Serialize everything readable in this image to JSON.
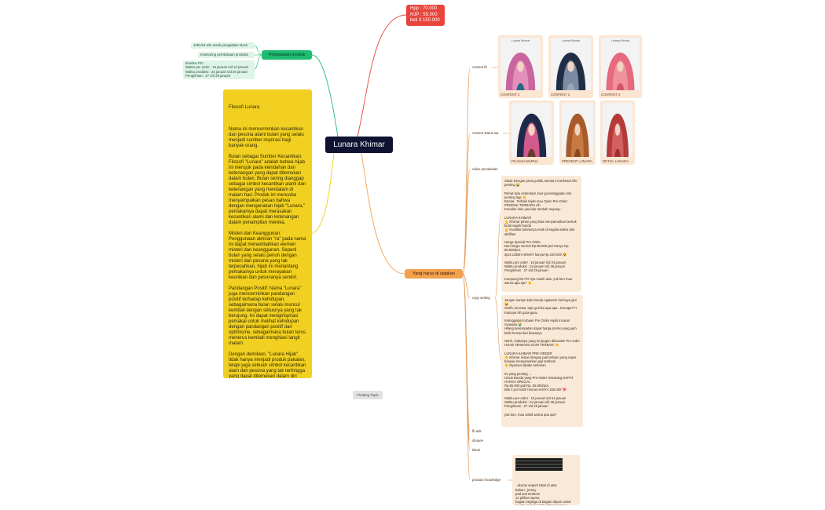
{
  "central_topic": "Lunara Khimar",
  "pricing_topic": [
    "Hpp : 70.000",
    "HJP : 55.000",
    "beli 3 150.000"
  ],
  "production": {
    "label": "Pengadaan produk",
    "items": [
      "1251/24 wfo untuk pengadaan stock",
      "monitoring pembukaan produksi",
      "timeline PO :\nWaktu pre order : 15 januari s/d 24 januari\nWaktu produksi : 24 januari s/d 26 januari\nPengiriman : 27 s/d 29 januari"
    ]
  },
  "philosophy_note": {
    "title": "Filosofi Lunara",
    "body": "Nama ini mencerminkan kecantikan dan pesona alami bulan yang selalu menjadi sumber inspirasi bagi banyak orang.\n\nBulan sebagai Sumber Kecantikan: Filosofi \"Lunara\" adalah bahwa hijab ini merujuk pada keindahan dan ketenangan yang dapat ditemukan dalam bulan. Bulan sering dianggap sebagai simbol kecantikan alami dan ketenangan yang mendalam di malam hari. Produk ini mencoba menyampaikan pesan bahwa dengan mengenakan hijab \"Lunara,\" pemakainya dapat merasakan kecantikan alami dan ketenangan dalam penampilan mereka.\n\nMisteri dan Keanggunan: Penggunaan akhiran \"ra\" pada nama ini dapat menambahkan elemen misteri dan keanggunan. Seperti bulan yang selalu penuh dengan misteri dan pesona yang tak terpecahkan, hijab ini menantang pemakainya untuk merayakan keunikan dan pesonanya sendiri.\n\nPandangan Positif: Nama \"Lunara\" juga mencerminkan pandangan positif terhadap kehidupan, sebagaimana bulan selalu muncul kembali dengan siklusnya yang tak berujung. Ini dapat menginspirasi pemakai untuk melihat kehidupan dengan pandangan positif dan optimisme, sebagaimana bulan terus menerus kembali menghiasi langit malam.\n\nDengan demikian, \"Lunara Hijab\" tidak hanya menjadi produk pakaian, tetapi juga sebuah simbol kecantikan alam dan pesona yang tak terhingga yang dapat ditemukan dalam diri setiap individu yang memakainya."
  },
  "floating_topic": "Floating Topic",
  "preparation": {
    "label": "Yang harus di siapkan",
    "content_fb": {
      "label": "content fb",
      "cards": [
        {
          "caption": "CONTENT 1",
          "header": "Lunara Khimar",
          "colors": [
            "#c9659d",
            "#e38fb9",
            "#1e6a88"
          ]
        },
        {
          "caption": "CONTENT 2",
          "header": "Lunara Khimar",
          "colors": [
            "#1f2e44",
            "#7d8aa3",
            "#9aa6b8"
          ]
        },
        {
          "caption": "CONTENT 3",
          "header": "Lunara Khimar",
          "colors": [
            "#e56a7d",
            "#f0929c",
            "#d45468"
          ]
        }
      ]
    },
    "content_status_wa": {
      "label": "content status wa",
      "cards": [
        {
          "caption": "PILIHAN WARNA",
          "colors": [
            "#1f2a4a",
            "#d35a8c",
            "#6b3a2a"
          ]
        },
        {
          "caption": "PRESENT LUNARA",
          "colors": [
            "#a85a2a",
            "#c97a43",
            "#8a4720"
          ]
        },
        {
          "caption": "DETAIL LUNARA",
          "colors": [
            "#b43a3a",
            "#d26060",
            "#9e2f2f"
          ]
        }
      ]
    },
    "video_pemakaian": "video pemakaian",
    "copy_writing": {
      "label": "copy writing",
      "note1": "Sibuk Dengan perta politik, Bunda ini terkesal info penting 😭\n\nRehat dulu sebentaar, biar ga ketinggalan info penting lagi 👏\nBunda.. Terbaik Hijab mau Open Pre-Order PRODUK TERBARU nih\nKenalan dulu yaa biar tambah sayang :\n\nLUNARA KHIMAR\n👱 Khimar pintar yang bisa menyamarkan bentuk bulat wajah bunda\n👱 Kualitas bahannya enak di segala waktu dan aktifitas\n\nHarga Special Pre-Order\nDari harga normal Rp.85.000 jadi Hanya Rp. 55.000/pcs\n3pcs LEBIH HEMAT hanya Rp.150.000 😍\n\nWaktu pre order : 15 januari s/d 24 januari\nWaktu produksi : 24 januari s/d 26 januari\nPengiriman : 27 s/d 29 januari\n\nKumpung list PO nya masih ada, yuk bun mau warna apa aja? 👏",
      "note2": "Jangan sampe kalo bunda ngalamin hal kaya gini 😭\nSedih, kecewa, tapi ga bisa apa-apa.. Kenapa??? Katanya sih gara-gara..\n\nKetinggalan Kubaan Pre Order Hijab Incaran nyaaaaa 😭\nHilang kesempatan dapat harga promo yang jauh lebih hemat dari biasanya\n\nNahh, makanya yang ini jangan dilewatin! Pre order HIJAB TERBARU DARI TERBAIK 👏\n\nLUNARA KHIMAR PRE-ORDER\n👏 Khimar instan dengan pad terbaru yang super banyaa menyamarkan pipi tembem\n👏 Nyaman dipake seharian\n\nIni yang penting ...\nUntuk Bunda yang Pre-Order Sekarang DAPAT HARGA SPECIAL\nRp.85.000 jadi Rp. 55.000/pcs\nBeli 3 pcs lebih hemat HANYA 150.000 💖\n\nWaktu pre-order : 15 januari s/d 24 januari\nWaktu produksi : 24 januari s/d 26 januari\nPengiriman : 27 s/d 29 januari\n\nyuk bun, mau ambil warna apa aja?"
    },
    "fb_ads": "fb ads",
    "shopee": "shopee",
    "tiktok": "tiktok",
    "product_knowledge": {
      "label": "product knowledge",
      "note": "ukuran seperti tabel di atas\nbahan : jersey\npad anti tembem\n12 pilihan warna\nbagian segitiga di bagian depan untuk membuat look lebih terlihat tamping"
    }
  }
}
